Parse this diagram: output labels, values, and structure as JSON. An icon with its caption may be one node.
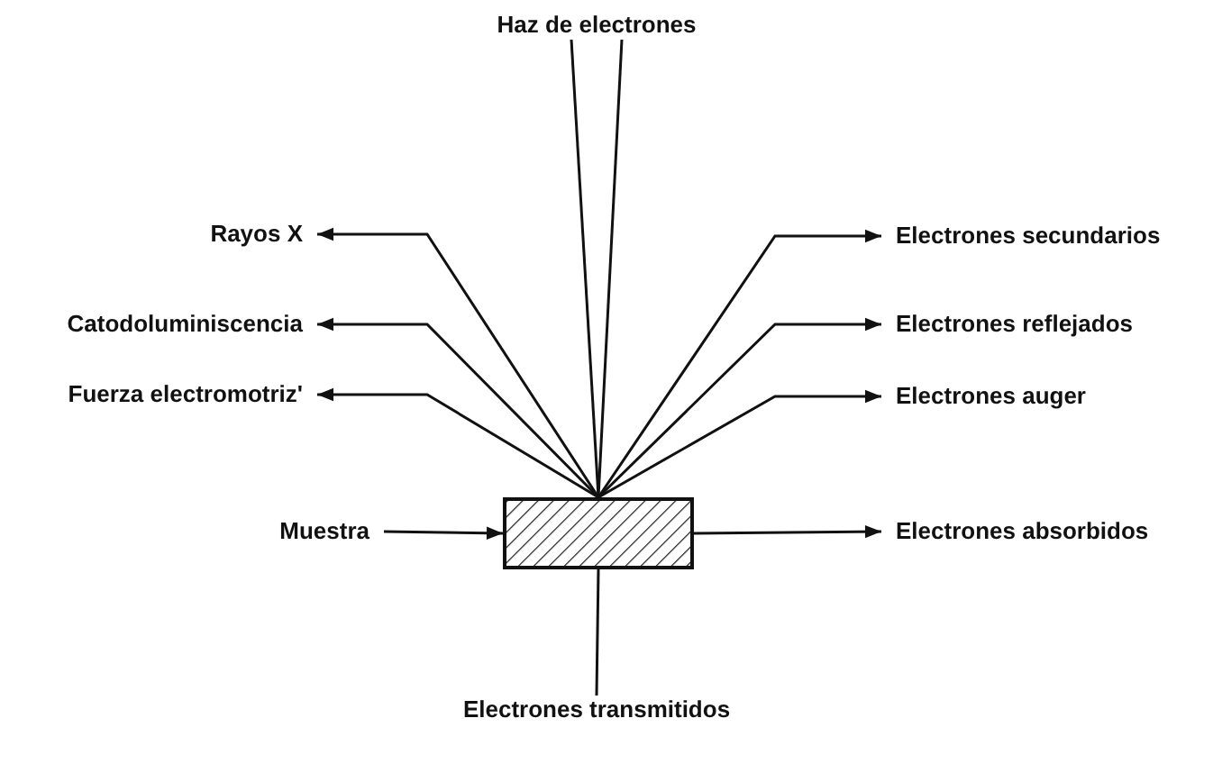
{
  "diagram": {
    "nodes": [
      {
        "text": [
          "Haz de electrones"
        ]
      },
      {
        "text": [
          "Rayos X"
        ]
      },
      {
        "text": [
          "Catodoluminiscencia"
        ]
      },
      {
        "text": [
          "Fuerza electromotriz'"
        ]
      },
      {
        "text": [
          "Electrones secundarios"
        ]
      },
      {
        "text": [
          "Electrones reflejados"
        ]
      },
      {
        "text": [
          "Electrones auger"
        ]
      },
      {
        "text": [
          "Muestra"
        ]
      },
      {
        "text": [],
        "shape": "box"
      },
      {
        "text": [
          "Electrones absorbidos"
        ]
      },
      {
        "text": [
          "Electrones transmitidos"
        ]
      }
    ],
    "edges": [
      {
        "from": 0,
        "to": 8,
        "arrow": "none"
      },
      {
        "from": 0,
        "to": 8,
        "arrow": "none"
      },
      {
        "from": 8,
        "to": 1,
        "arrow": "to"
      },
      {
        "from": 8,
        "to": 2,
        "arrow": "to"
      },
      {
        "from": 8,
        "to": 3,
        "arrow": "to"
      },
      {
        "from": 8,
        "to": 4,
        "arrow": "to"
      },
      {
        "from": 8,
        "to": 5,
        "arrow": "to"
      },
      {
        "from": 8,
        "to": 6,
        "arrow": "to"
      },
      {
        "from": 7,
        "to": 8,
        "arrow": "to"
      },
      {
        "from": 8,
        "to": 9,
        "arrow": "to"
      },
      {
        "from": 8,
        "to": 10,
        "arrow": "none"
      }
    ]
  }
}
